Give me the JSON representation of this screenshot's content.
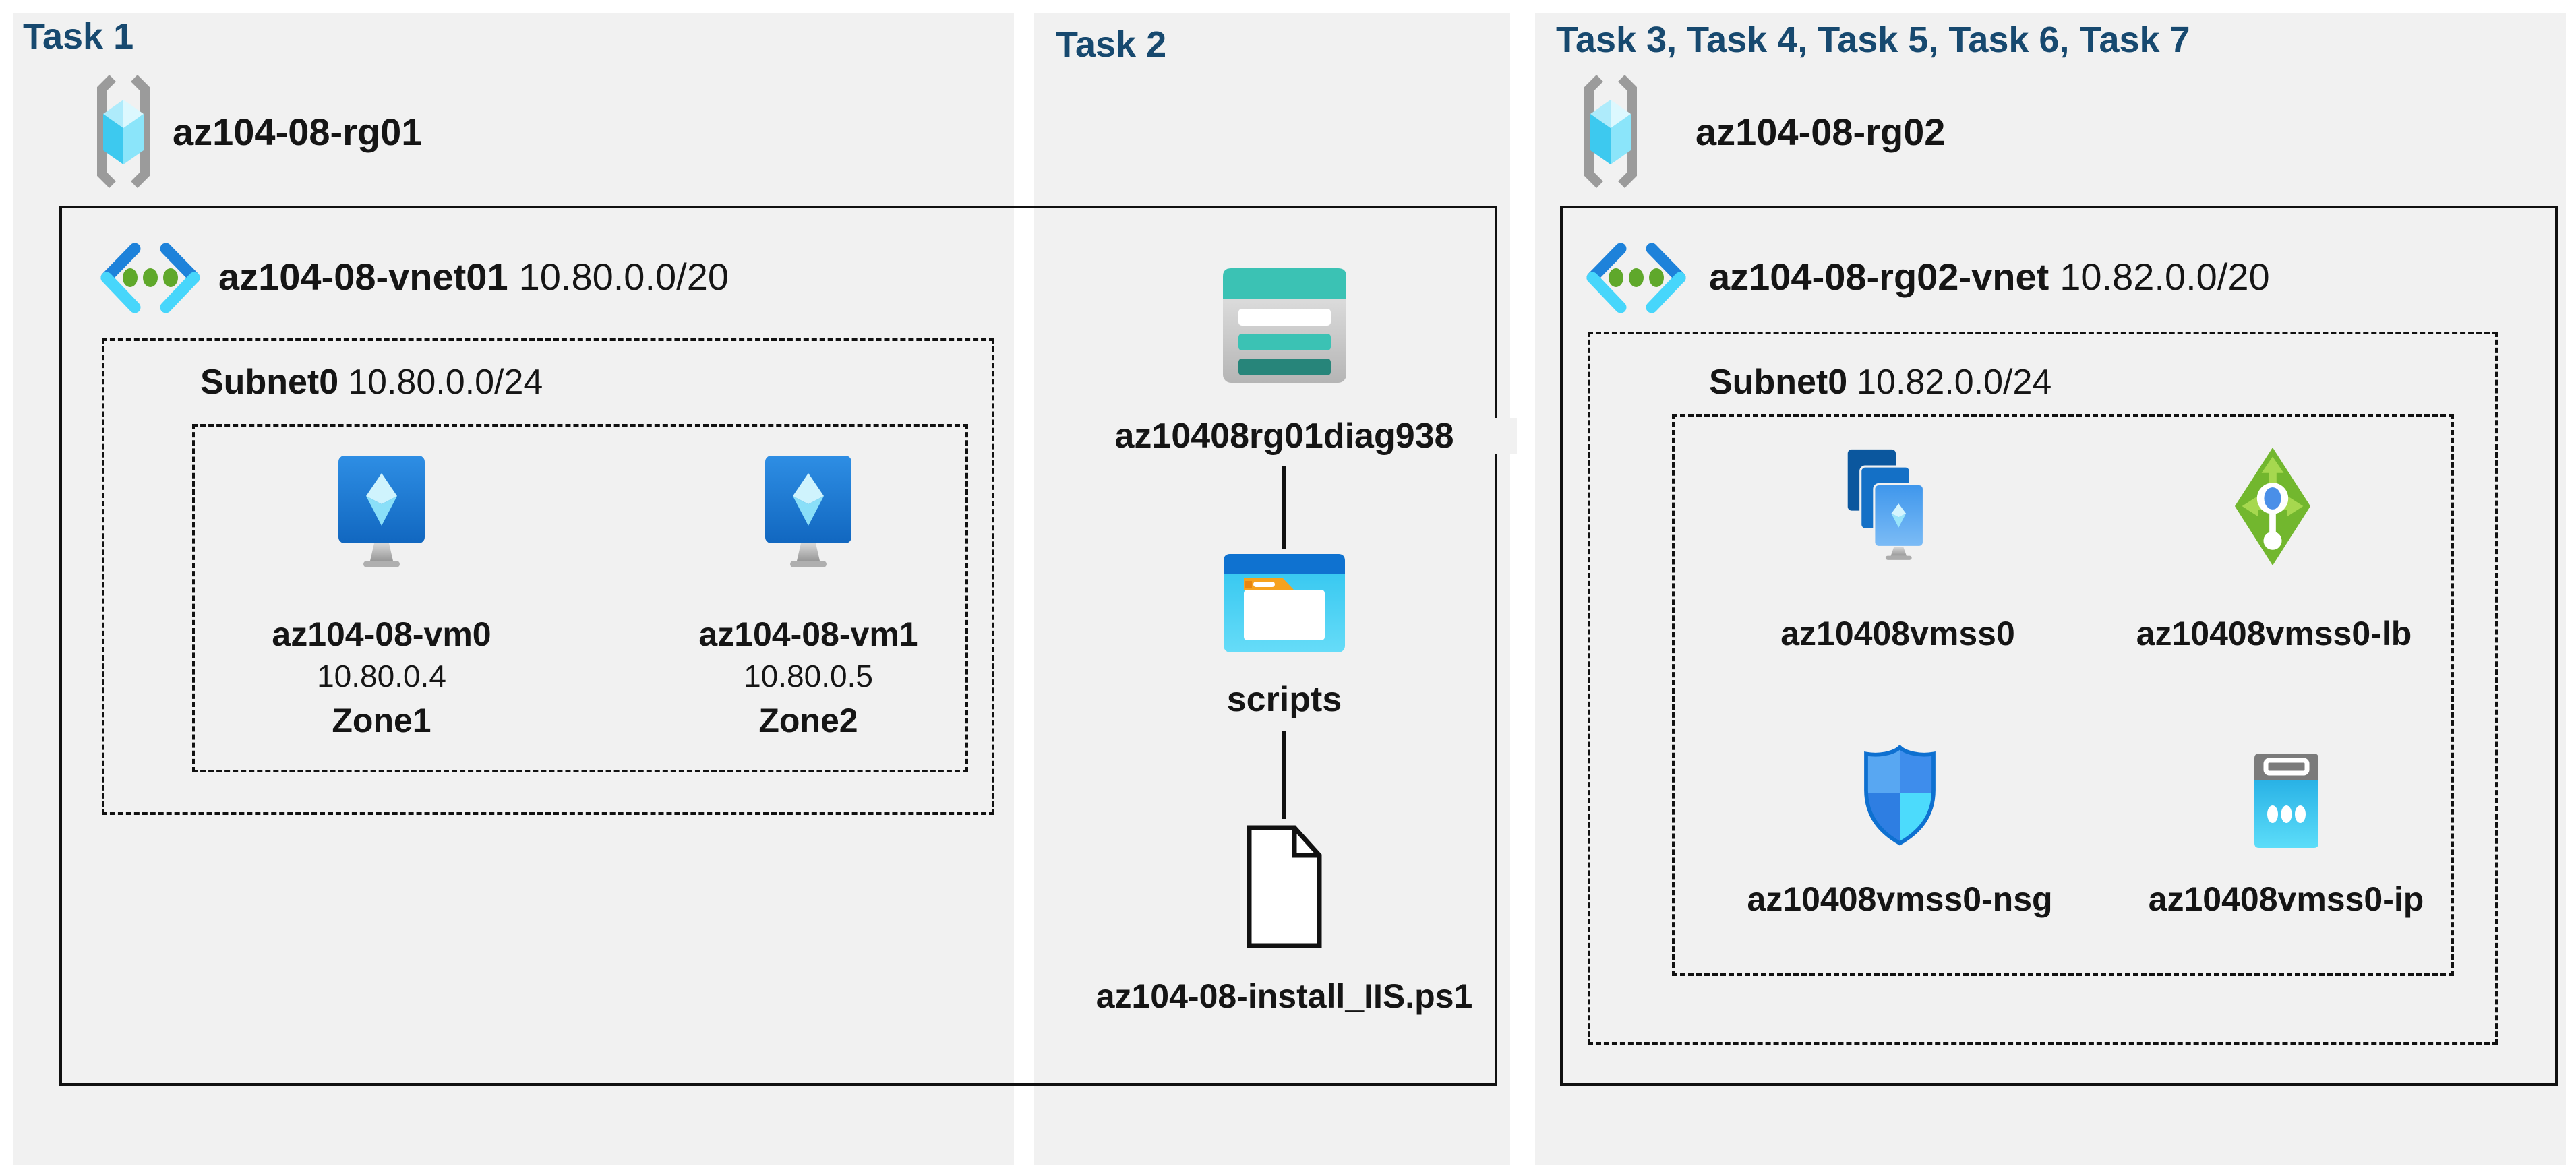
{
  "colors": {
    "header_blue": "#17496F",
    "panel_gray": "#F1F1F1",
    "teal": "#3BC2B4",
    "dark_teal": "#27857A",
    "azure_blue": "#1E82DA",
    "cyan": "#47D6FB",
    "green": "#72B72E"
  },
  "task1": {
    "header": "Task 1",
    "resource_group": "az104-08-rg01",
    "vnet_name": "az104-08-vnet01",
    "vnet_cidr": "10.80.0.0/20",
    "subnet_name": "Subnet0",
    "subnet_cidr": "10.80.0.0/24",
    "vms": [
      {
        "name": "az104-08-vm0",
        "ip": "10.80.0.4",
        "zone": "Zone1"
      },
      {
        "name": "az104-08-vm1",
        "ip": "10.80.0.5",
        "zone": "Zone2"
      }
    ]
  },
  "task2": {
    "header": "Task 2",
    "storage_account": "az10408rg01diag938",
    "folder": "scripts",
    "script_file": "az104-08-install_IIS.ps1"
  },
  "task3": {
    "header": "Task 3, Task 4, Task 5, Task 6, Task 7",
    "resource_group": "az104-08-rg02",
    "vnet_name": "az104-08-rg02-vnet",
    "vnet_cidr": "10.82.0.0/20",
    "subnet_name": "Subnet0",
    "subnet_cidr": "10.82.0.0/24",
    "vmss": "az10408vmss0",
    "load_balancer": "az10408vmss0-lb",
    "nsg": "az10408vmss0-nsg",
    "public_ip": "az10408vmss0-ip"
  }
}
